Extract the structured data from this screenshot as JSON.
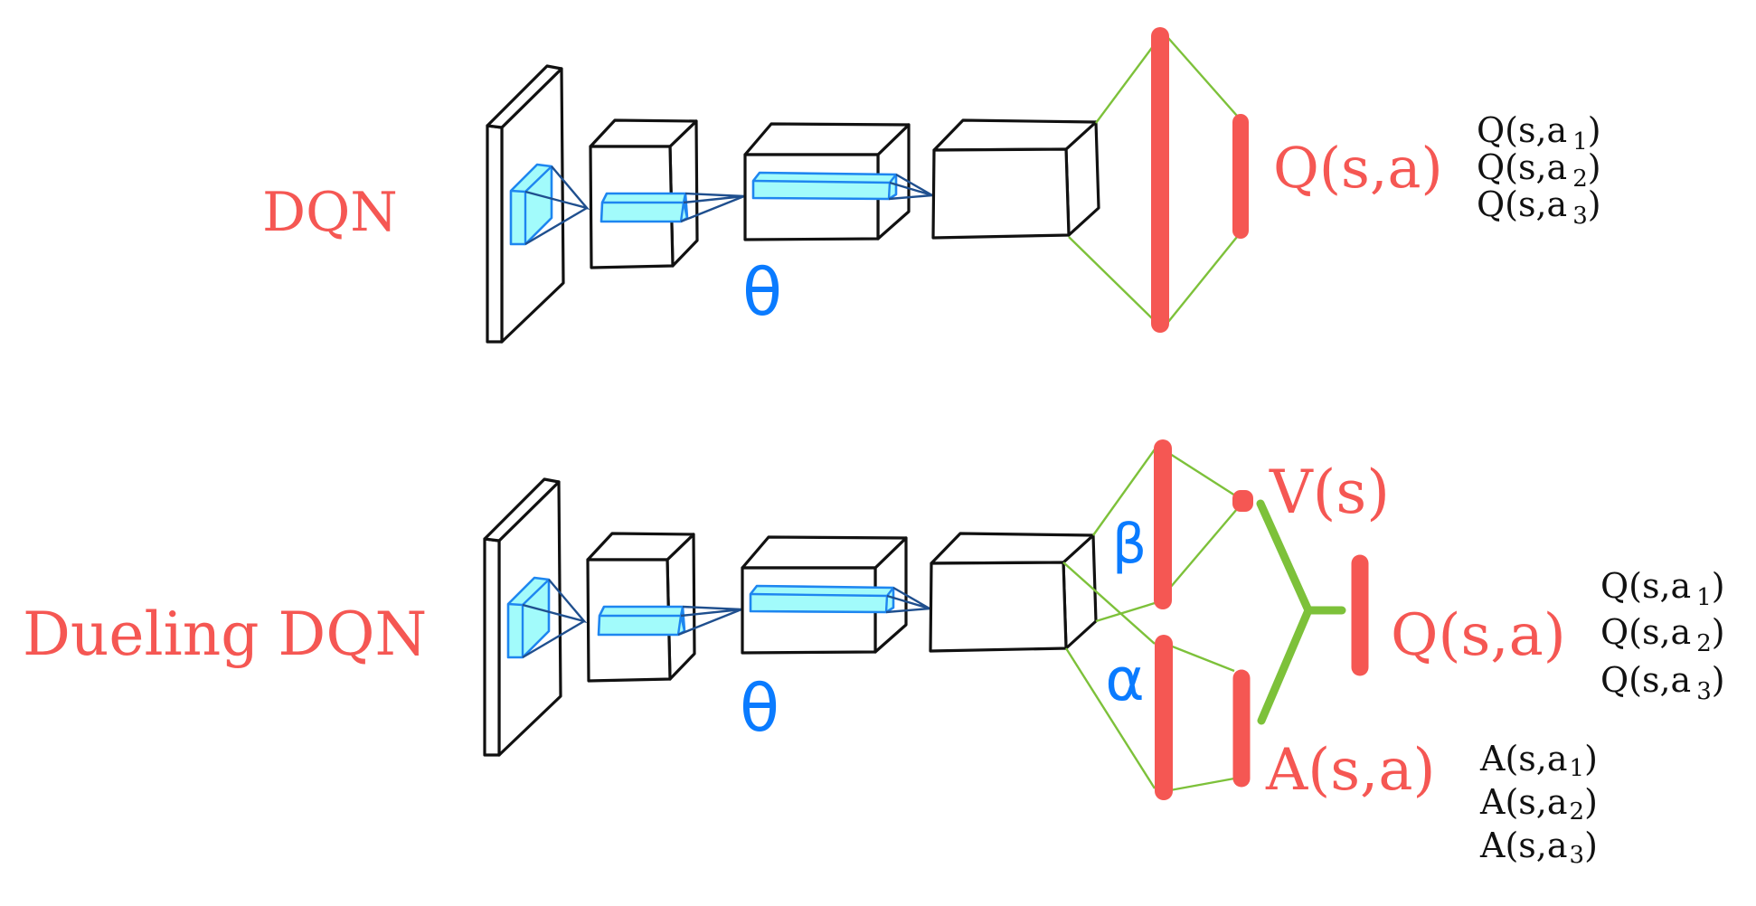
{
  "diagram": {
    "colors": {
      "title": "#F55753",
      "output_layer": "#F55753",
      "connections": "#7DC13A",
      "parameters": "#0A7BFF",
      "kernel_fill": "#A2FBFB",
      "kernel_outline": "#1E86F0"
    },
    "dqn": {
      "title": "DQN",
      "params_label": "θ",
      "output_label": "Q(s,a)",
      "outputs": [
        {
          "base": "Q(s,a",
          "sub": "1",
          "close": ")"
        },
        {
          "base": "Q(s,a",
          "sub": "2",
          "close": ")"
        },
        {
          "base": "Q(s,a",
          "sub": "3",
          "close": ")"
        }
      ]
    },
    "dueling": {
      "title": "Dueling DQN",
      "params_label": "θ",
      "value_stream_params": "β",
      "advantage_stream_params": "α",
      "value_label": "V(s)",
      "advantage_label": "A(s,a)",
      "output_label": "Q(s,a)",
      "outputs": [
        {
          "base": "Q(s,a",
          "sub": "1",
          "close": ")"
        },
        {
          "base": "Q(s,a",
          "sub": "2",
          "close": ")"
        },
        {
          "base": "Q(s,a",
          "sub": "3",
          "close": ")"
        }
      ],
      "advantages": [
        {
          "base": "A(s,a",
          "sub": "1",
          "close": ")"
        },
        {
          "base": "A(s,a",
          "sub": "2",
          "close": ")"
        },
        {
          "base": "A(s,a",
          "sub": "3",
          "close": ")"
        }
      ]
    }
  }
}
